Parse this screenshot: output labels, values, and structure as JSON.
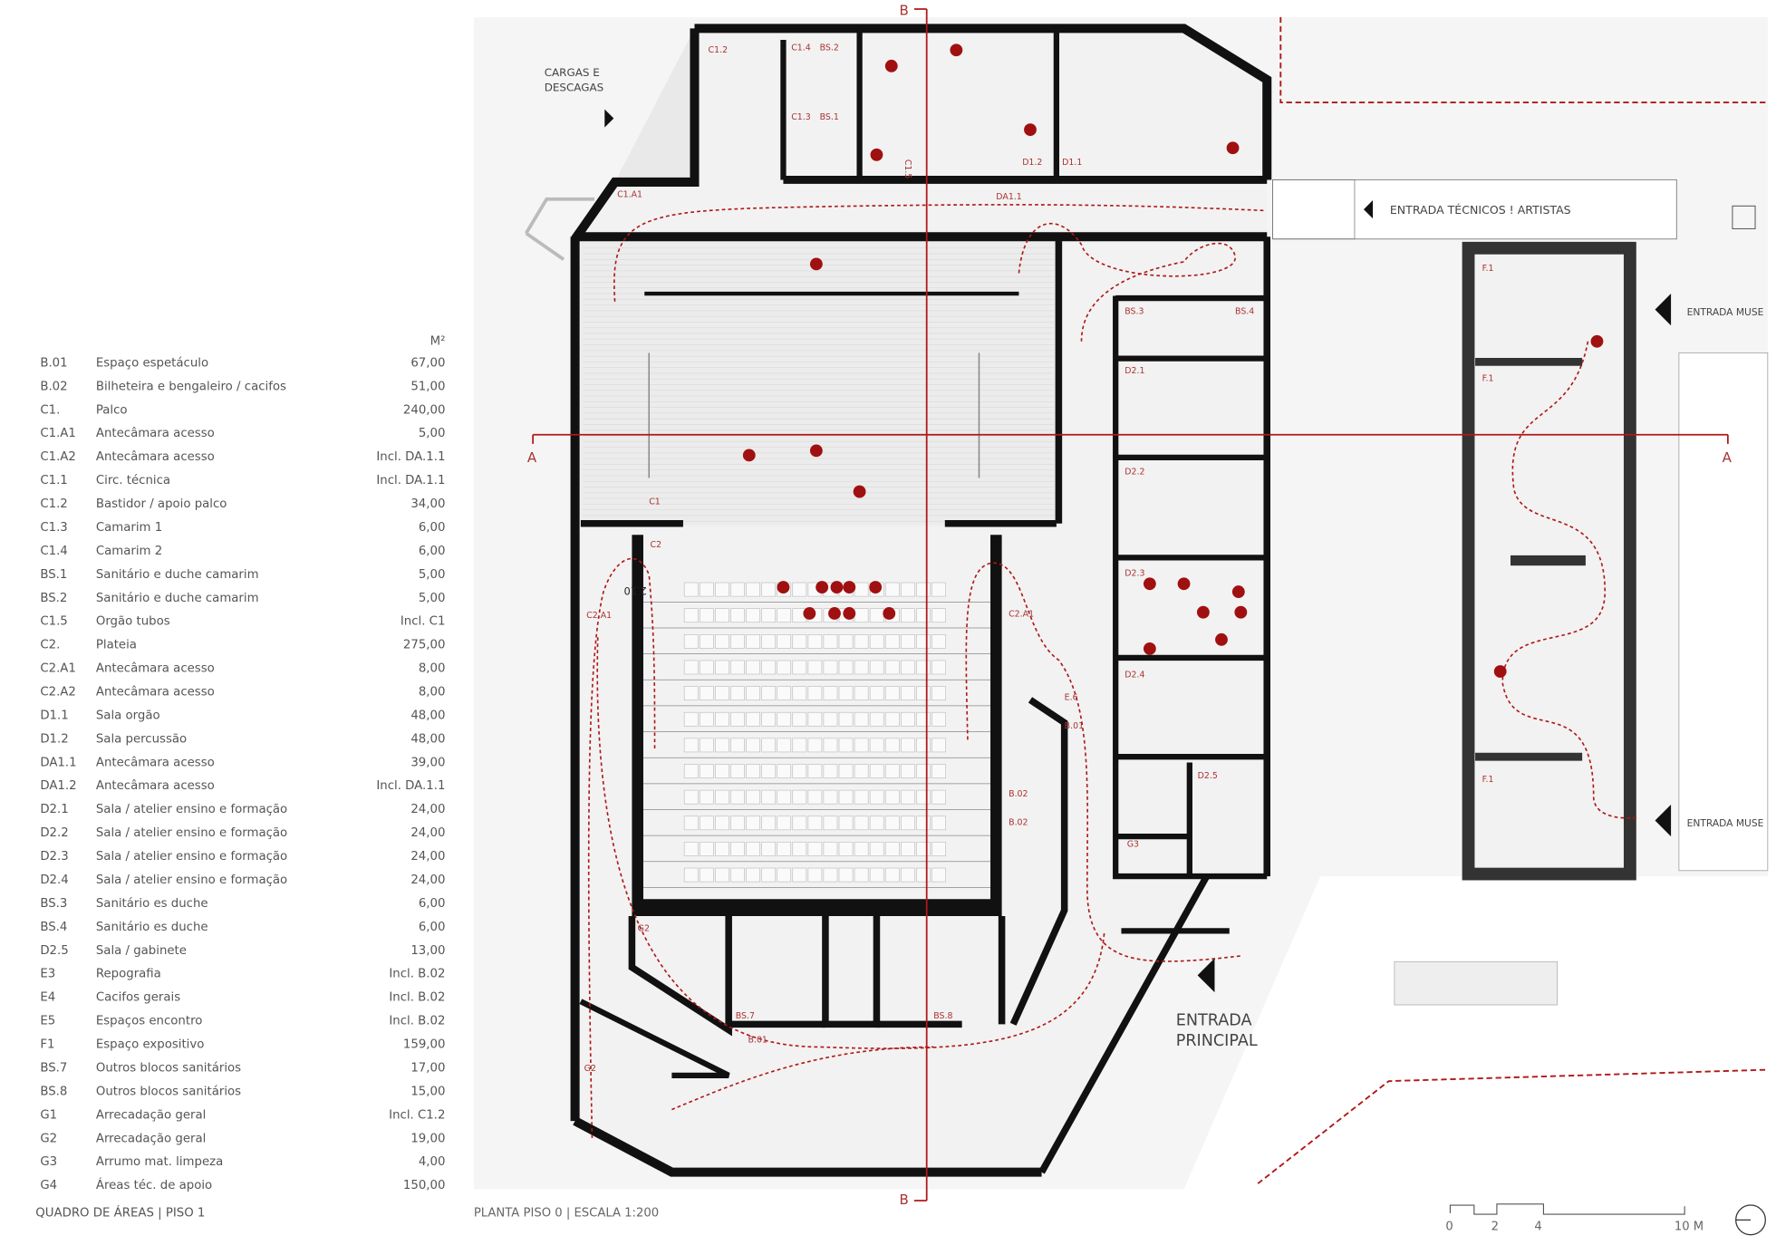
{
  "areas_table": {
    "unit_header": "M²",
    "title": "QUADRO DE ÁREAS | PISO 1",
    "rows": [
      {
        "code": "B.01",
        "name": "Espaço espetáculo",
        "area": "67,00"
      },
      {
        "code": "B.02",
        "name": "Bilheteira e bengaleiro / cacifos",
        "area": "51,00"
      },
      {
        "code": "C1.",
        "name": "Palco",
        "area": "240,00"
      },
      {
        "code": "C1.A1",
        "name": "Antecâmara acesso",
        "area": "5,00"
      },
      {
        "code": "C1.A2",
        "name": "Antecâmara acesso",
        "area": "Incl. DA.1.1"
      },
      {
        "code": "C1.1",
        "name": "Circ. técnica",
        "area": "Incl. DA.1.1"
      },
      {
        "code": "C1.2",
        "name": "Bastidor / apoio palco",
        "area": "34,00"
      },
      {
        "code": "C1.3",
        "name": "Camarim 1",
        "area": "6,00"
      },
      {
        "code": "C1.4",
        "name": "Camarim 2",
        "area": "6,00"
      },
      {
        "code": "BS.1",
        "name": "Sanitário e duche camarim",
        "area": "5,00"
      },
      {
        "code": "BS.2",
        "name": "Sanitário e duche camarim",
        "area": "5,00"
      },
      {
        "code": "C1.5",
        "name": "Orgão tubos",
        "area": "Incl. C1"
      },
      {
        "code": "C2.",
        "name": "Plateia",
        "area": "275,00"
      },
      {
        "code": "C2.A1",
        "name": "Antecâmara acesso",
        "area": "8,00"
      },
      {
        "code": "C2.A2",
        "name": "Antecâmara acesso",
        "area": "8,00"
      },
      {
        "code": "D1.1",
        "name": "Sala orgão",
        "area": "48,00"
      },
      {
        "code": "D1.2",
        "name": "Sala percussão",
        "area": "48,00"
      },
      {
        "code": "DA1.1",
        "name": "Antecâmara acesso",
        "area": "39,00"
      },
      {
        "code": "DA1.2",
        "name": "Antecâmara acesso",
        "area": "Incl. DA.1.1"
      },
      {
        "code": "D2.1",
        "name": "Sala / atelier ensino e formação",
        "area": "24,00"
      },
      {
        "code": "D2.2",
        "name": "Sala / atelier ensino e formação",
        "area": "24,00"
      },
      {
        "code": "D2.3",
        "name": "Sala / atelier ensino e formação",
        "area": "24,00"
      },
      {
        "code": "D2.4",
        "name": "Sala / atelier ensino e formação",
        "area": "24,00"
      },
      {
        "code": "BS.3",
        "name": "Sanitário es duche",
        "area": "6,00"
      },
      {
        "code": "BS.4",
        "name": "Sanitário es duche",
        "area": "6,00"
      },
      {
        "code": "D2.5",
        "name": "Sala / gabinete",
        "area": "13,00"
      },
      {
        "code": "E3",
        "name": "Repografia",
        "area": "Incl. B.02"
      },
      {
        "code": "E4",
        "name": "Cacifos gerais",
        "area": "Incl. B.02"
      },
      {
        "code": "E5",
        "name": "Espaços encontro",
        "area": "Incl. B.02"
      },
      {
        "code": "F1",
        "name": "Espaço expositivo",
        "area": "159,00"
      },
      {
        "code": "BS.7",
        "name": "Outros blocos sanitários",
        "area": "17,00"
      },
      {
        "code": "BS.8",
        "name": "Outros blocos sanitários",
        "area": "15,00"
      },
      {
        "code": "G1",
        "name": "Arrecadação geral",
        "area": "Incl. C1.2"
      },
      {
        "code": "G2",
        "name": "Arrecadação geral",
        "area": "19,00"
      },
      {
        "code": "G3",
        "name": "Arrumo mat. limpeza",
        "area": "4,00"
      },
      {
        "code": "G4",
        "name": "Áreas téc. de apoio",
        "area": "150,00"
      }
    ]
  },
  "plan": {
    "title": "PLANTA PISO 0 | ESCALA 1:200",
    "entrances": {
      "cargas_1": "CARGAS E",
      "cargas_2": "DESCAGAS",
      "tecnicos": "ENTRADA  TÉCNICOS ! ARTISTAS",
      "museu_top": "ENTRADA MUSE",
      "museu_bottom": "ENTRADA MUSE",
      "principal_1": "ENTRADA",
      "principal_2": "PRINCIPAL"
    },
    "section_marks": {
      "a_left": "A",
      "a_right": "A",
      "b_top": "B",
      "b_bottom": "B"
    },
    "dimension": "2.10",
    "room_labels": [
      "C1.2",
      "C1.4",
      "BS.2",
      "C1.3",
      "BS.1",
      "C1.5",
      "D1.2",
      "D1.1",
      "C1.A1",
      "DA1.1",
      "BS.3",
      "BS.4",
      "D2.1",
      "D2.2",
      "D2.3",
      "D2.4",
      "D2.5",
      "G3",
      "C1",
      "C2",
      "C2.A1",
      "C2.A1",
      "E.6",
      "B.01",
      "B.02",
      "B.02",
      "G2",
      "BS.7",
      "BS.8",
      "B.01",
      "G2",
      "F.1",
      "F.1",
      "F.1"
    ],
    "scale_bar": {
      "ticks": [
        "0",
        "2",
        "4",
        "10 M"
      ]
    },
    "colors": {
      "accent": "#b01818",
      "wall": "#111111",
      "floor": "#f2f2f2"
    }
  }
}
